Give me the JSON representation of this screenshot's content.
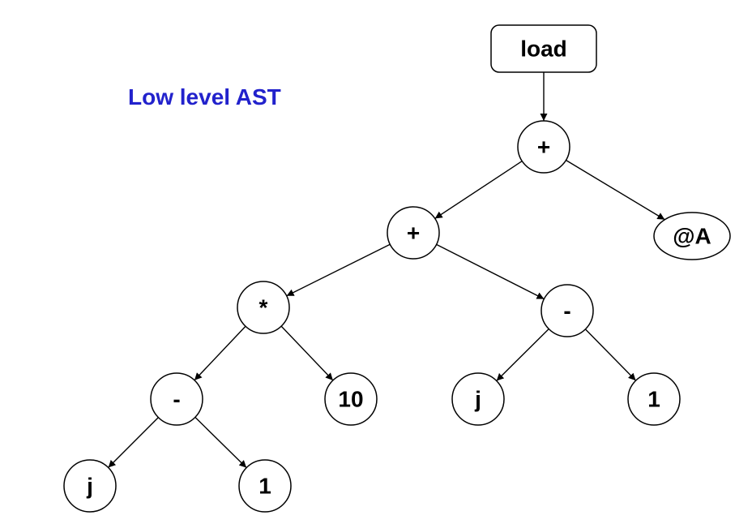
{
  "title": "Low level AST",
  "colors": {
    "title": "#2222cc",
    "stroke": "#000000",
    "fill": "#ffffff"
  },
  "nodes": [
    {
      "id": "load",
      "label": "load",
      "shape": "rect"
    },
    {
      "id": "plus-root",
      "label": "+",
      "shape": "circle"
    },
    {
      "id": "plus-inner",
      "label": "+",
      "shape": "circle"
    },
    {
      "id": "addr-a",
      "label": "@A",
      "shape": "ellipse"
    },
    {
      "id": "times",
      "label": "*",
      "shape": "circle"
    },
    {
      "id": "minus-right",
      "label": "-",
      "shape": "circle"
    },
    {
      "id": "minus-left",
      "label": "-",
      "shape": "circle"
    },
    {
      "id": "ten",
      "label": "10",
      "shape": "circle"
    },
    {
      "id": "j-right",
      "label": "j",
      "shape": "circle"
    },
    {
      "id": "one-right",
      "label": "1",
      "shape": "circle"
    },
    {
      "id": "j-left",
      "label": "j",
      "shape": "circle"
    },
    {
      "id": "one-left",
      "label": "1",
      "shape": "circle"
    }
  ],
  "edges": [
    {
      "from": "load",
      "to": "plus-root"
    },
    {
      "from": "plus-root",
      "to": "plus-inner"
    },
    {
      "from": "plus-root",
      "to": "addr-a"
    },
    {
      "from": "plus-inner",
      "to": "times"
    },
    {
      "from": "plus-inner",
      "to": "minus-right"
    },
    {
      "from": "times",
      "to": "minus-left"
    },
    {
      "from": "times",
      "to": "ten"
    },
    {
      "from": "minus-right",
      "to": "j-right"
    },
    {
      "from": "minus-right",
      "to": "one-right"
    },
    {
      "from": "minus-left",
      "to": "j-left"
    },
    {
      "from": "minus-left",
      "to": "one-left"
    }
  ]
}
